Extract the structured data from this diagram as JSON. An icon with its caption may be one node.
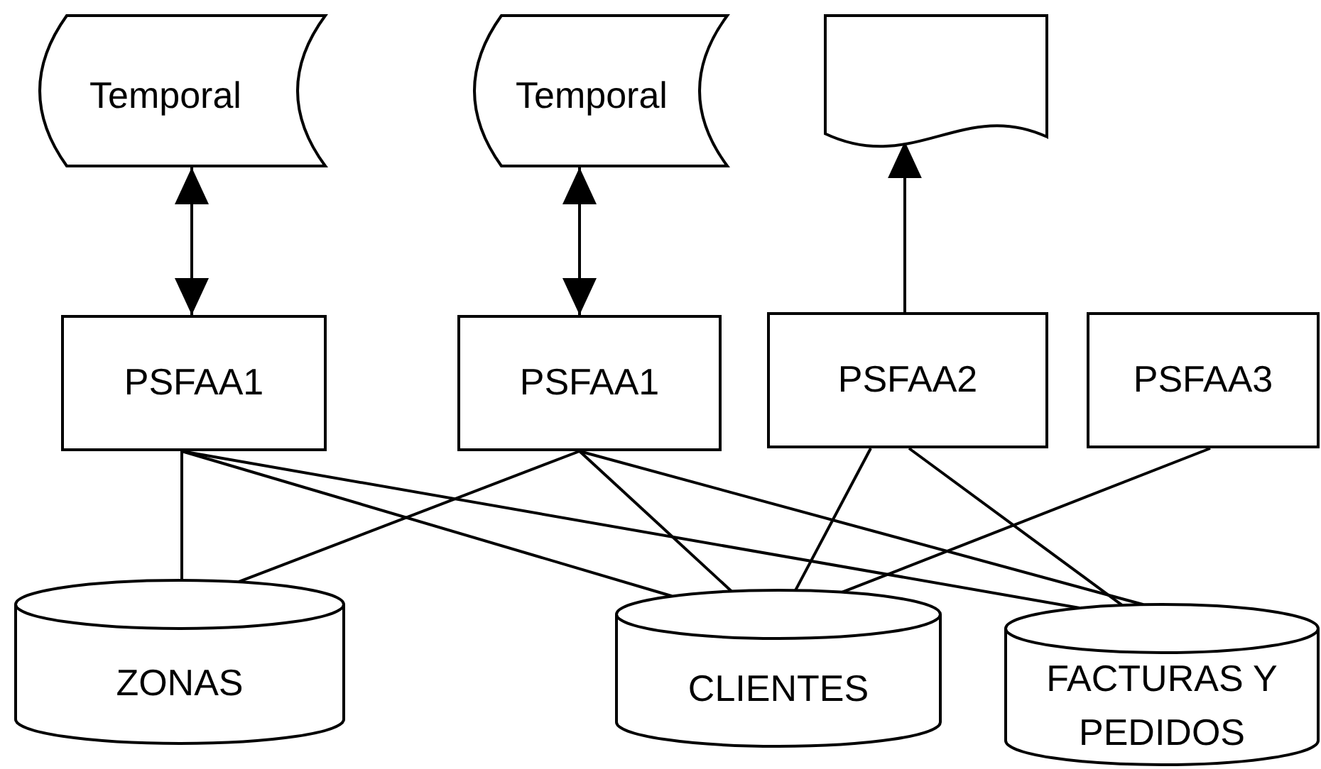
{
  "diagram": {
    "nodes": [
      {
        "text": [
          "Temporal"
        ]
      },
      {
        "text": [
          "Temporal"
        ]
      },
      {
        "text": [],
        "shape": "document"
      },
      {
        "text": [
          "PSFAA1"
        ]
      },
      {
        "text": [
          "PSFAA1"
        ]
      },
      {
        "text": [
          "PSFAA2"
        ]
      },
      {
        "text": [
          "PSFAA3"
        ]
      },
      {
        "text": [
          "ZONAS"
        ]
      },
      {
        "text": [
          "CLIENTES"
        ]
      },
      {
        "text": [
          "FACTURAS Y PEDIDOS"
        ]
      }
    ],
    "edges": [
      {
        "from": 3,
        "to": 0,
        "arrow": "both"
      },
      {
        "from": 4,
        "to": 1,
        "arrow": "both"
      },
      {
        "from": 5,
        "to": 2,
        "arrow": "to"
      },
      {
        "from": 3,
        "to": 7,
        "arrow": "none"
      },
      {
        "from": 3,
        "to": 8,
        "arrow": "none"
      },
      {
        "from": 3,
        "to": 9,
        "arrow": "none"
      },
      {
        "from": 4,
        "to": 7,
        "arrow": "none"
      },
      {
        "from": 4,
        "to": 8,
        "arrow": "none"
      },
      {
        "from": 4,
        "to": 9,
        "arrow": "none"
      },
      {
        "from": 5,
        "to": 8,
        "arrow": "none"
      },
      {
        "from": 5,
        "to": 9,
        "arrow": "none"
      },
      {
        "from": 6,
        "to": 8,
        "arrow": "none"
      }
    ]
  }
}
